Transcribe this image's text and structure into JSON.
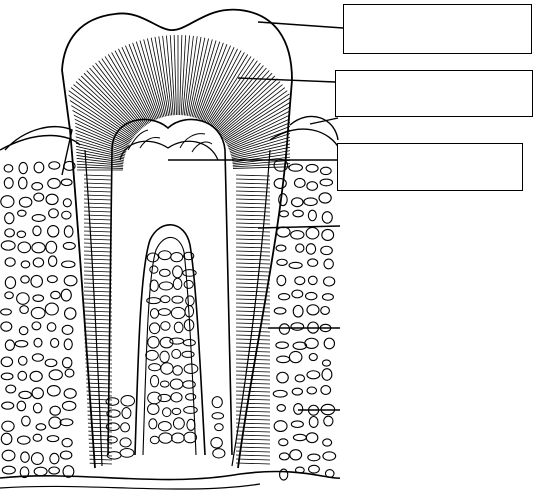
{
  "diagram": {
    "subject": "tooth-cross-section",
    "line_color": "#000000",
    "background": "#ffffff",
    "answer_boxes": [
      {
        "label": ""
      },
      {
        "label": ""
      },
      {
        "label": ""
      }
    ],
    "leader_lines": [
      {
        "part": "enamel"
      },
      {
        "part": "dentine"
      },
      {
        "part": "gum"
      },
      {
        "part": "pulp-cavity"
      },
      {
        "part": "cementum"
      },
      {
        "part": "root-canal"
      },
      {
        "part": "jaw-bone"
      }
    ]
  }
}
